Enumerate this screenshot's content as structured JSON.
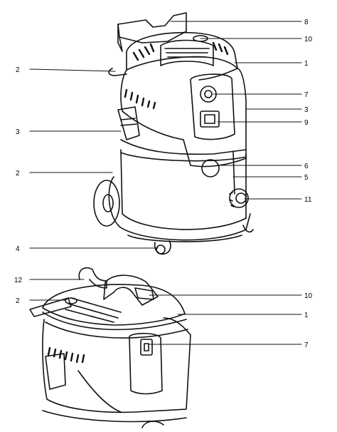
{
  "figure_top": {
    "callouts": [
      {
        "label": "8"
      },
      {
        "label": "10"
      },
      {
        "label": "1"
      },
      {
        "label": "7"
      },
      {
        "label": "3"
      },
      {
        "label": "9"
      },
      {
        "label": "6"
      },
      {
        "label": "5"
      },
      {
        "label": "11"
      },
      {
        "label": "2"
      },
      {
        "label": "3"
      },
      {
        "label": "2"
      },
      {
        "label": "4"
      }
    ]
  },
  "figure_bottom": {
    "callouts": [
      {
        "label": "12"
      },
      {
        "label": "2"
      },
      {
        "label": "10"
      },
      {
        "label": "1"
      },
      {
        "label": "7"
      }
    ]
  }
}
